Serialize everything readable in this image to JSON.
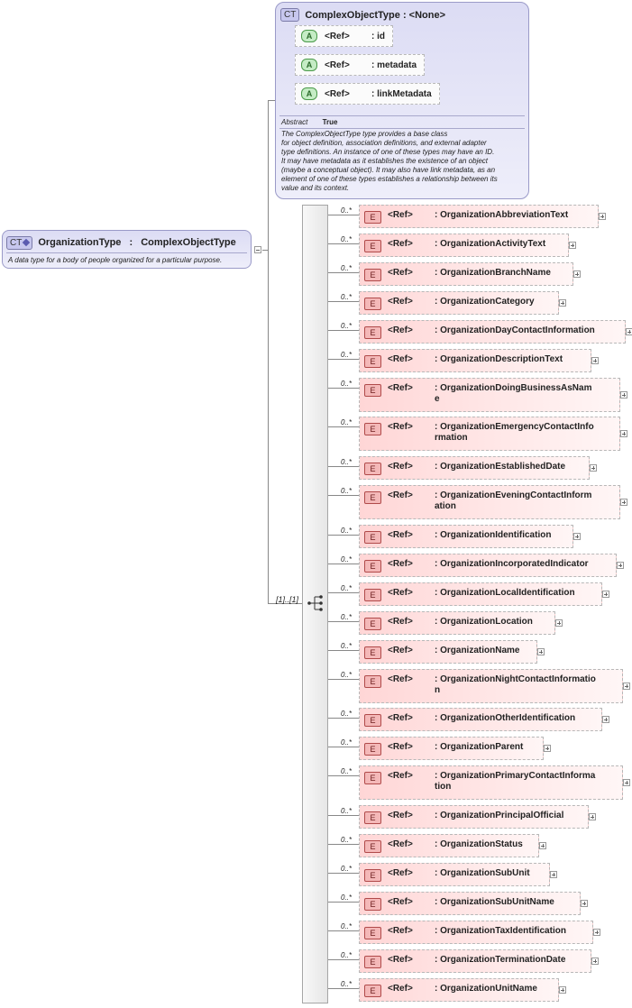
{
  "root_type": {
    "badge": "CT",
    "name": "OrganizationType",
    "separator": " : ",
    "base": "ComplexObjectType",
    "documentation": "A data type for a body of people organized for a particular purpose."
  },
  "base_type": {
    "badge": "CT",
    "name": "ComplexObjectType",
    "separator": " : ",
    "base": "<None>",
    "attributes": [
      {
        "badge": "A",
        "ref": "<Ref>",
        "name": ": id"
      },
      {
        "badge": "A",
        "ref": "<Ref>",
        "name": ": metadata"
      },
      {
        "badge": "A",
        "ref": "<Ref>",
        "name": ": linkMetadata"
      }
    ],
    "property_name": "Abstract",
    "property_value": "True",
    "documentation": "The ComplexObjectType type provides a base class\nfor object definition, association definitions, and external adapter\ntype definitions. An instance of one of these types may have an ID.\nIt may have metadata as it establishes the existence of an object\n(maybe a conceptual object). It may also have link metadata, as an\nelement of one of these types establishes a relationship between its\nvalue and its context."
  },
  "sequence": {
    "occurrence": "[1]..[1]"
  },
  "elements": [
    {
      "occurs": "0..*",
      "badge": "E",
      "ref": "<Ref>",
      "name": ": OrganizationAbbreviationText"
    },
    {
      "occurs": "0..*",
      "badge": "E",
      "ref": "<Ref>",
      "name": ": OrganizationActivityText"
    },
    {
      "occurs": "0..*",
      "badge": "E",
      "ref": "<Ref>",
      "name": ": OrganizationBranchName"
    },
    {
      "occurs": "0..*",
      "badge": "E",
      "ref": "<Ref>",
      "name": ": OrganizationCategory"
    },
    {
      "occurs": "0..*",
      "badge": "E",
      "ref": "<Ref>",
      "name": ": OrganizationDayContactInformation"
    },
    {
      "occurs": "0..*",
      "badge": "E",
      "ref": "<Ref>",
      "name": ": OrganizationDescriptionText"
    },
    {
      "occurs": "0..*",
      "badge": "E",
      "ref": "<Ref>",
      "name": ": OrganizationDoingBusinessAsNam\ne"
    },
    {
      "occurs": "0..*",
      "badge": "E",
      "ref": "<Ref>",
      "name": ": OrganizationEmergencyContactInfo\nrmation"
    },
    {
      "occurs": "0..*",
      "badge": "E",
      "ref": "<Ref>",
      "name": ": OrganizationEstablishedDate"
    },
    {
      "occurs": "0..*",
      "badge": "E",
      "ref": "<Ref>",
      "name": ": OrganizationEveningContactInform\nation"
    },
    {
      "occurs": "0..*",
      "badge": "E",
      "ref": "<Ref>",
      "name": ": OrganizationIdentification"
    },
    {
      "occurs": "0..*",
      "badge": "E",
      "ref": "<Ref>",
      "name": ": OrganizationIncorporatedIndicator"
    },
    {
      "occurs": "0..*",
      "badge": "E",
      "ref": "<Ref>",
      "name": ": OrganizationLocalIdentification"
    },
    {
      "occurs": "0..*",
      "badge": "E",
      "ref": "<Ref>",
      "name": ": OrganizationLocation"
    },
    {
      "occurs": "0..*",
      "badge": "E",
      "ref": "<Ref>",
      "name": ": OrganizationName"
    },
    {
      "occurs": "0..*",
      "badge": "E",
      "ref": "<Ref>",
      "name": ": OrganizationNightContactInformatio\nn"
    },
    {
      "occurs": "0..*",
      "badge": "E",
      "ref": "<Ref>",
      "name": ": OrganizationOtherIdentification"
    },
    {
      "occurs": "0..*",
      "badge": "E",
      "ref": "<Ref>",
      "name": ": OrganizationParent"
    },
    {
      "occurs": "0..*",
      "badge": "E",
      "ref": "<Ref>",
      "name": ": OrganizationPrimaryContactInforma\ntion"
    },
    {
      "occurs": "0..*",
      "badge": "E",
      "ref": "<Ref>",
      "name": ": OrganizationPrincipalOfficial"
    },
    {
      "occurs": "0..*",
      "badge": "E",
      "ref": "<Ref>",
      "name": ": OrganizationStatus"
    },
    {
      "occurs": "0..*",
      "badge": "E",
      "ref": "<Ref>",
      "name": ": OrganizationSubUnit"
    },
    {
      "occurs": "0..*",
      "badge": "E",
      "ref": "<Ref>",
      "name": ": OrganizationSubUnitName"
    },
    {
      "occurs": "0..*",
      "badge": "E",
      "ref": "<Ref>",
      "name": ": OrganizationTaxIdentification"
    },
    {
      "occurs": "0..*",
      "badge": "E",
      "ref": "<Ref>",
      "name": ": OrganizationTerminationDate"
    },
    {
      "occurs": "0..*",
      "badge": "E",
      "ref": "<Ref>",
      "name": ": OrganizationUnitName"
    }
  ]
}
